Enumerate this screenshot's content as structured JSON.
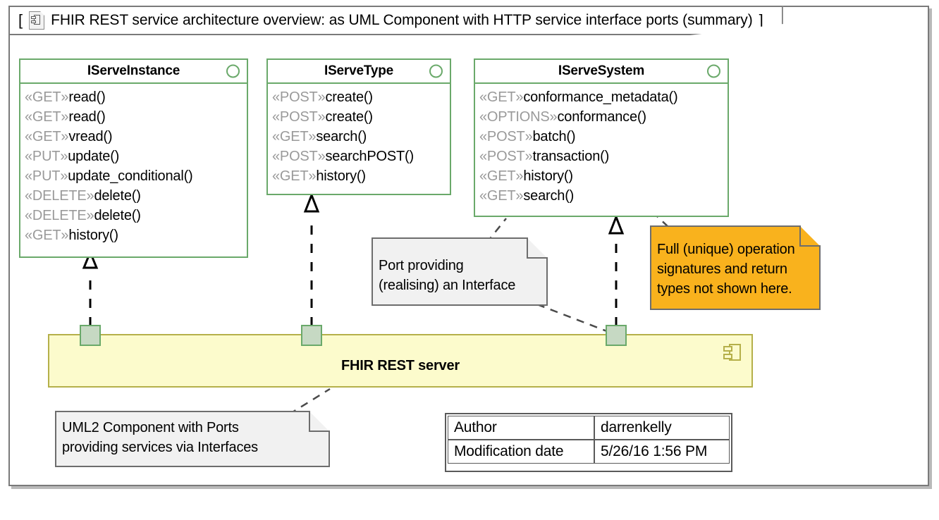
{
  "frame": {
    "bracket_open": "[",
    "bracket_close": "]",
    "title": "FHIR REST service architecture overview: as UML Component with HTTP service interface ports (summary)",
    "icon": "component-document-icon"
  },
  "interfaces": [
    {
      "name": "IServeInstance",
      "icon": "interface-circle-icon",
      "operations": [
        {
          "stereotype": "«GET»",
          "name": "read()"
        },
        {
          "stereotype": "«GET»",
          "name": "read()"
        },
        {
          "stereotype": "«GET»",
          "name": "vread()"
        },
        {
          "stereotype": "«PUT»",
          "name": "update()"
        },
        {
          "stereotype": "«PUT»",
          "name": "update_conditional()"
        },
        {
          "stereotype": "«DELETE»",
          "name": "delete()"
        },
        {
          "stereotype": "«DELETE»",
          "name": "delete()"
        },
        {
          "stereotype": "«GET»",
          "name": "history()"
        }
      ]
    },
    {
      "name": "IServeType",
      "icon": "interface-circle-icon",
      "operations": [
        {
          "stereotype": "«POST»",
          "name": "create()"
        },
        {
          "stereotype": "«POST»",
          "name": "create()"
        },
        {
          "stereotype": "«GET»",
          "name": "search()"
        },
        {
          "stereotype": "«POST»",
          "name": "searchPOST()"
        },
        {
          "stereotype": "«GET»",
          "name": "history()"
        }
      ]
    },
    {
      "name": "IServeSystem",
      "icon": "interface-circle-icon",
      "operations": [
        {
          "stereotype": "«GET»",
          "name": "conformance_metadata()"
        },
        {
          "stereotype": "«OPTIONS»",
          "name": "conformance()"
        },
        {
          "stereotype": "«POST»",
          "name": "batch()"
        },
        {
          "stereotype": "«POST»",
          "name": "transaction()"
        },
        {
          "stereotype": "«GET»",
          "name": "history()"
        },
        {
          "stereotype": "«GET»",
          "name": "search()"
        }
      ]
    }
  ],
  "component": {
    "label": "FHIR REST server",
    "icon": "uml-component-icon",
    "fill": "#fcfbcc",
    "border": "#b5b04a",
    "ports": [
      {
        "name": "port-iserveinstance"
      },
      {
        "name": "port-iservetype"
      },
      {
        "name": "port-iservesystem"
      }
    ],
    "port_fill": "#c6d9c3",
    "port_border": "#6aa96a"
  },
  "notes": [
    {
      "id": "note-port-providing",
      "lines": [
        "Port providing",
        "(realising) an Interface"
      ],
      "fill": "#f1f1f1"
    },
    {
      "id": "note-signatures",
      "lines": [
        "Full (unique) operation",
        "signatures and return",
        "types not shown here."
      ],
      "fill": "#f9b21d"
    },
    {
      "id": "note-uml2-component",
      "lines": [
        "UML2 Component with Ports",
        "providing services via Interfaces"
      ],
      "fill": "#f1f1f1"
    }
  ],
  "metadata": {
    "rows": [
      {
        "key": "Author",
        "value": "darrenkelly"
      },
      {
        "key": "Modification date",
        "value": "5/26/16 1:56 PM"
      }
    ]
  },
  "colors": {
    "interface_border": "#6aa96a",
    "note_border": "#6d6d6d",
    "frame_border": "#7a7a7a",
    "stereotype_text": "#9a9a9a"
  }
}
